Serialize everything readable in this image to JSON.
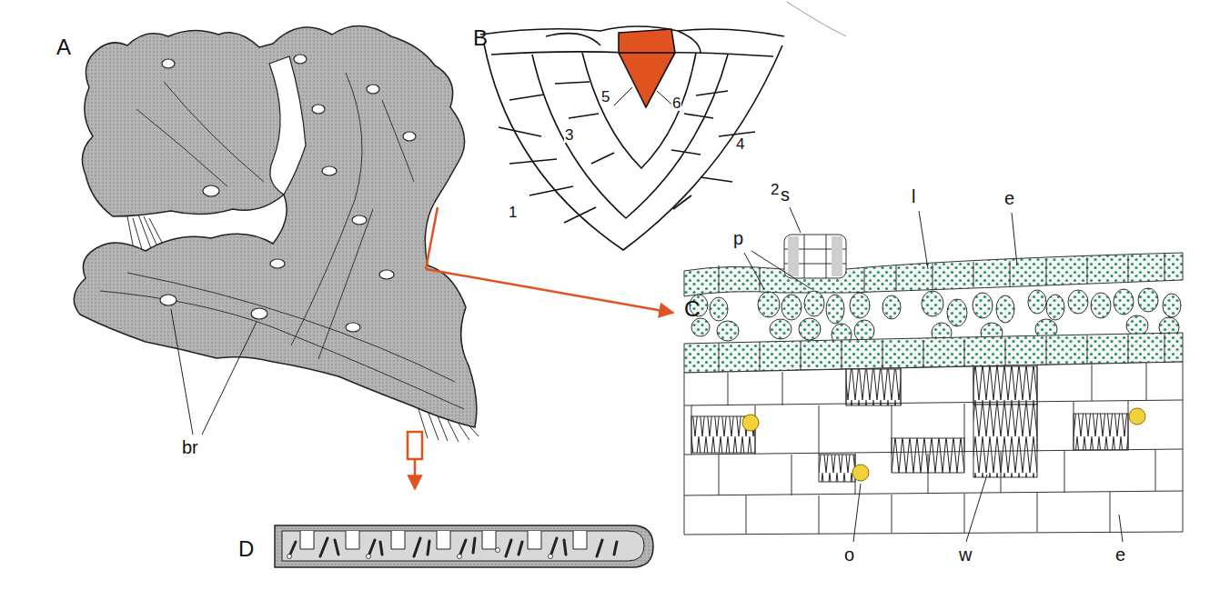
{
  "diagram": {
    "labels": [
      "A",
      "B",
      "br",
      "1",
      "2",
      "3",
      "4",
      "5",
      "6",
      "C",
      "s",
      "p",
      "l",
      "e",
      "o",
      "w",
      "e",
      "D"
    ]
  }
}
